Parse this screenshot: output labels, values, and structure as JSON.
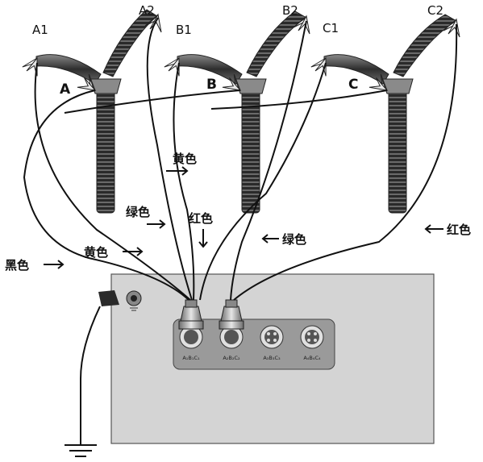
{
  "terminals": {
    "a1": "A1",
    "a2": "A2",
    "b1": "B1",
    "b2": "B2",
    "c1": "C1",
    "c2": "C2",
    "a": "A",
    "b": "B",
    "c": "C"
  },
  "wire_labels": {
    "yellow_upper": "黄色",
    "green_left": "绿色",
    "red_center": "红色",
    "green_right": "绿色",
    "red_right": "红色",
    "yellow_left": "黄色",
    "black": "黑色"
  },
  "sockets": [
    "A₁B₁C₁",
    "A₂B₂C₂",
    "A₃B₃C₃",
    "A₄B₄C₄"
  ],
  "colors": {
    "panel": "#d4d4d4",
    "socket_strip": "#9a9a9a",
    "wire": "#111111",
    "insulator": "#3a3a3a"
  }
}
